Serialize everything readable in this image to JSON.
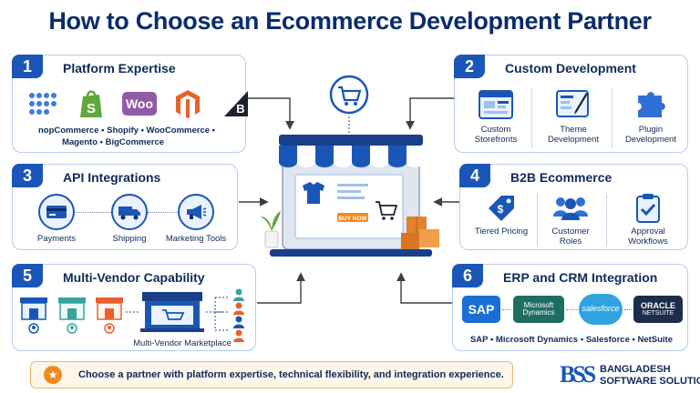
{
  "title": "How to Choose an Ecommerce Development Partner",
  "sections": {
    "s1": {
      "number": "1",
      "title": "Platform Expertise",
      "line1": "nopCommerce  •  Shopify  •  WooCommerce  •",
      "line2": "Magento  •  BigCommerce",
      "woo": "Woo",
      "bigc": "B"
    },
    "s2": {
      "number": "2",
      "title": "Custom Development",
      "items": [
        "Custom Storefronts",
        "Theme Development",
        "Plugin Development"
      ]
    },
    "s3": {
      "number": "3",
      "title": "API Integrations",
      "items": [
        "Payments",
        "Shipping",
        "Marketing Tools"
      ]
    },
    "s4": {
      "number": "4",
      "title": "B2B Ecommerce",
      "items": [
        "Tiered Pricing",
        "Customer Roles",
        "Approval Workflows"
      ]
    },
    "s5": {
      "number": "5",
      "title": "Multi-Vendor Capability",
      "caption": "Multi-Vendor Marketplace"
    },
    "s6": {
      "number": "6",
      "title": "ERP and CRM Integration",
      "logos": {
        "sap": "SAP",
        "ms1": "Microsoft",
        "ms2": "Dynamics",
        "sf": "salesforce",
        "or1": "ORACLE",
        "or2": "NETSUITE"
      },
      "caption": "SAP  •  Microsoft Dynamics  •  Salesforce  •  NetSuite"
    }
  },
  "center": {
    "buy_now": "BUY NOW"
  },
  "footer": {
    "text": "Choose a partner with platform expertise, technical flexibility, and integration experience.",
    "star": "★"
  },
  "brand": {
    "mark": "BSS",
    "line1": "BANGLADESH",
    "line2": "SOFTWARE SOLUTION"
  },
  "colors": {
    "primary": "#1a56b8",
    "card_border": "#b9cde8",
    "accent_orange": "#f28a1e"
  }
}
